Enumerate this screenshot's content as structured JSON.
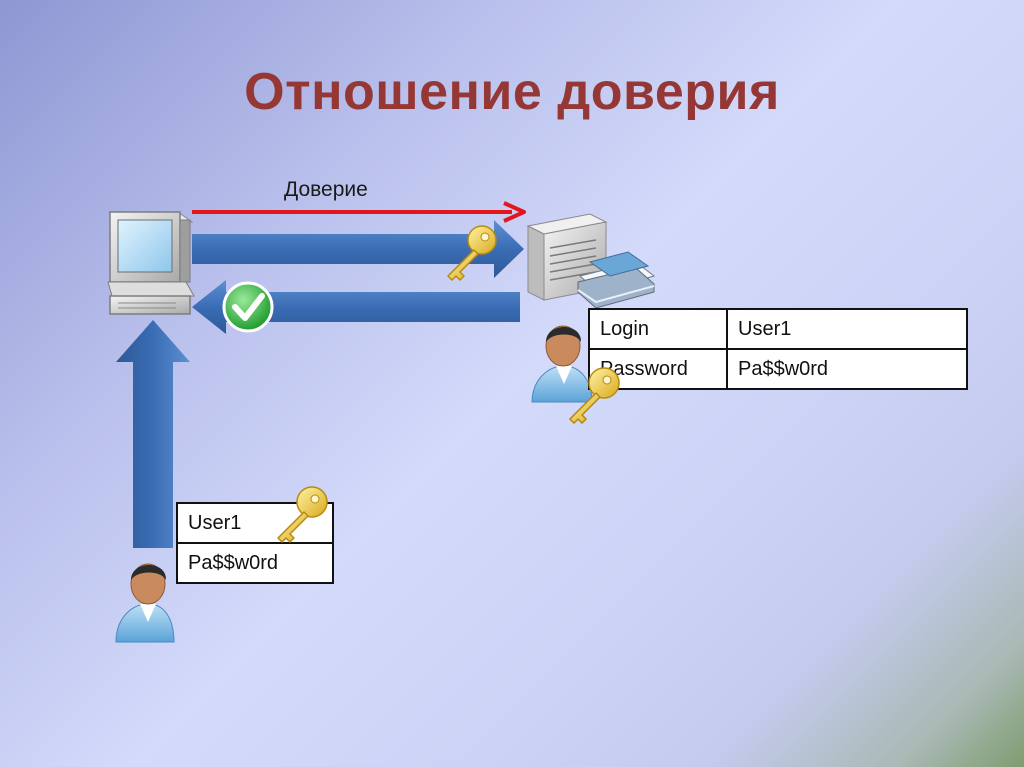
{
  "slide": {
    "title": "Отношение доверия"
  },
  "labels": {
    "trust": "Доверие"
  },
  "server_credentials": {
    "rows": [
      {
        "key": "Login",
        "value": "User1"
      },
      {
        "key": "Password",
        "value": "Pa$$w0rd"
      }
    ]
  },
  "client_credentials": {
    "rows": [
      "User1",
      "Pa$$w0rd"
    ]
  },
  "colors": {
    "title": "#953735",
    "trust_arrow": "#e3161d",
    "flow_arrow": "#3c6fb4",
    "key": "#e8c530",
    "check": "#3fb94a"
  },
  "icons": [
    "workstation-icon",
    "server-icon",
    "user-icon",
    "key-icon",
    "checkmark-icon"
  ]
}
